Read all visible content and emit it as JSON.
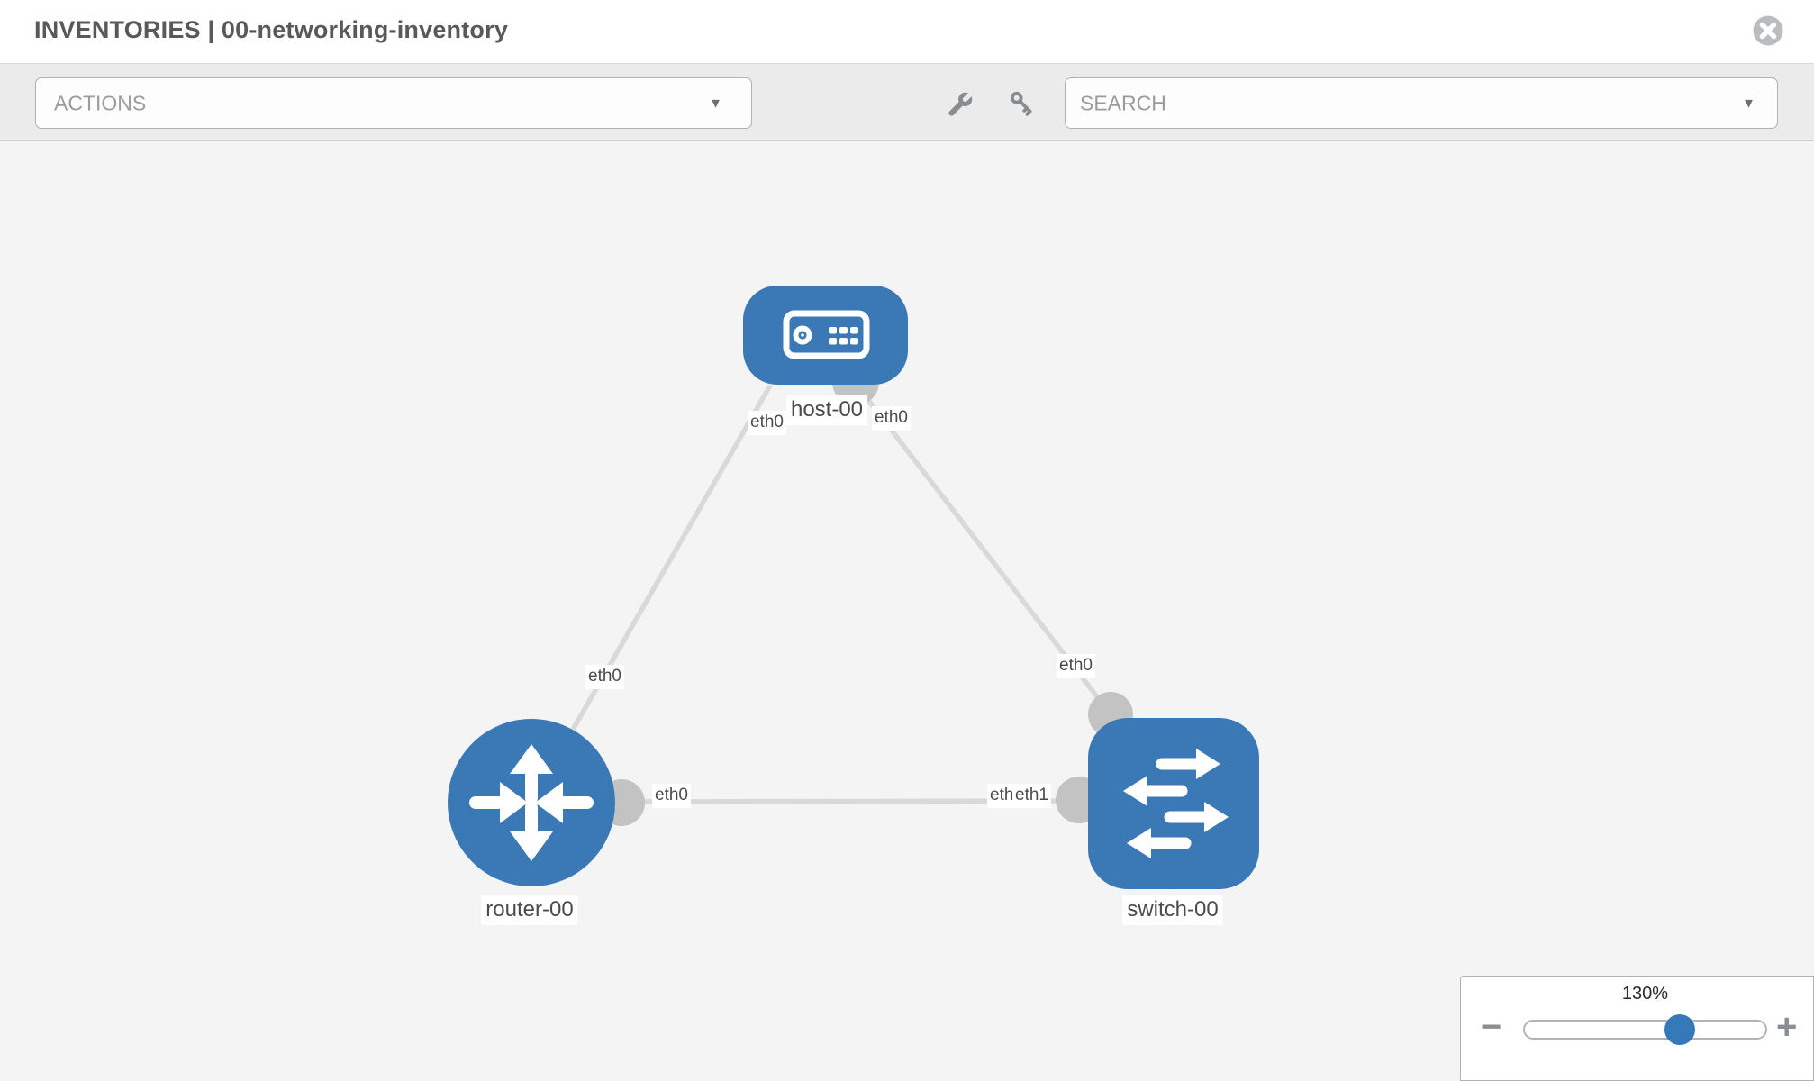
{
  "header": {
    "title": "INVENTORIES | 00-networking-inventory"
  },
  "toolbar": {
    "actions_label": "ACTIONS",
    "search_placeholder": "SEARCH"
  },
  "icons": {
    "caret": "▼",
    "minus": "−",
    "plus": "+"
  },
  "colors": {
    "node_blue": "#3a79b5",
    "link_gray": "#d9d9d9",
    "port_gray": "#c3c3c3",
    "canvas_bg": "#f4f4f4",
    "toolbar_bg": "#ebebeb",
    "label_text": "#4b4b4b",
    "placeholder_text": "#9b9b9b",
    "icon_gray": "#878c91",
    "slider_handle_blue": "#3579b8"
  },
  "topology": {
    "nodes": [
      {
        "name": "host-00",
        "type": "host"
      },
      {
        "name": "router-00",
        "type": "router"
      },
      {
        "name": "switch-00",
        "type": "switch"
      }
    ],
    "interface_labels": {
      "host_left": "eth0",
      "host_right": "eth0",
      "router_uplink": "eth0",
      "switch_uplink": "eth0",
      "link_router_end": "eth0",
      "link_switch_end_back": "eth0",
      "link_switch_end_front": "eth1"
    },
    "links": [
      {
        "from": "host-00",
        "from_interface": "eth0",
        "to": "router-00",
        "to_interface": "eth0"
      },
      {
        "from": "host-00",
        "from_interface": "eth0",
        "to": "switch-00",
        "to_interface": "eth0"
      },
      {
        "from": "router-00",
        "from_interface": "eth0",
        "to": "switch-00",
        "to_interface": "eth1"
      }
    ]
  },
  "zoom_control": {
    "level": "130%"
  }
}
